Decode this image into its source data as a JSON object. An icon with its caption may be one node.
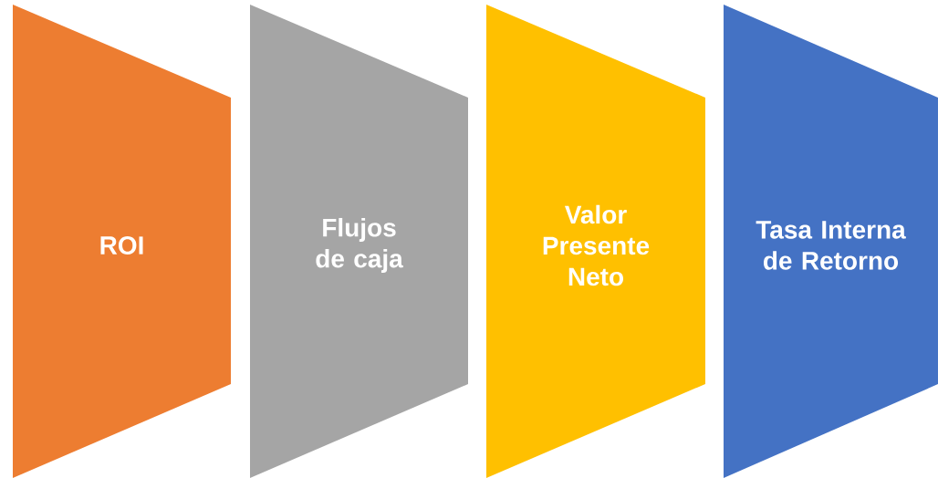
{
  "diagram": {
    "nodes": [
      {
        "text": [
          "ROI"
        ]
      },
      {
        "text": [
          "Flujos de caja"
        ]
      },
      {
        "text": [
          "Valor Presente Neto"
        ]
      },
      {
        "text": [
          "Tasa Interna de Retorno"
        ]
      }
    ]
  }
}
